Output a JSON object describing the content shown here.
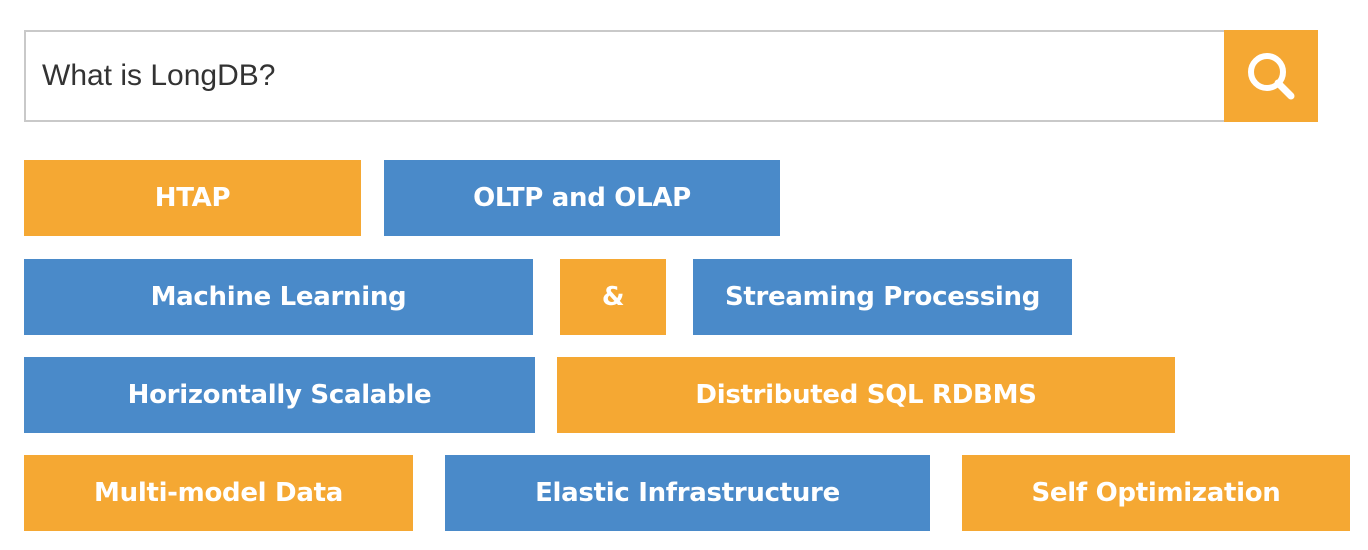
{
  "search": {
    "query": "What is LongDB?",
    "button_icon": "search-icon",
    "accent_color": "#f5a833"
  },
  "colors": {
    "orange": "#f5a833",
    "blue": "#4a8ac9"
  },
  "tags": {
    "htap": "HTAP",
    "oltp_olap": "OLTP and OLAP",
    "machine_learning": "Machine Learning",
    "ampersand": "&",
    "streaming": "Streaming Processing",
    "horizontally_scalable": "Horizontally Scalable",
    "distributed_sql": "Distributed SQL RDBMS",
    "multi_model": "Multi-model Data",
    "elastic": "Elastic Infrastructure",
    "self_optimization": "Self Optimization"
  }
}
